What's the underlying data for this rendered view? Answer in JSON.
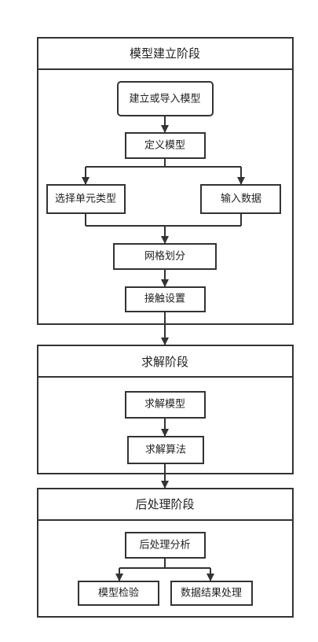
{
  "stages": [
    {
      "title": "模型建立阶段"
    },
    {
      "title": "求解阶段"
    },
    {
      "title": "后处理阶段"
    }
  ],
  "nodes": {
    "build_import_model": "建立或导入模型",
    "define_model": "定义模型",
    "select_element_type": "选择单元类型",
    "input_data": "输入数据",
    "mesh": "网格划分",
    "contact_settings": "接触设置",
    "solve_model": "求解模型",
    "solve_algorithm": "求解算法",
    "postprocess_analysis": "后处理分析",
    "model_check": "模型检验",
    "data_result_processing": "数据结果处理"
  }
}
